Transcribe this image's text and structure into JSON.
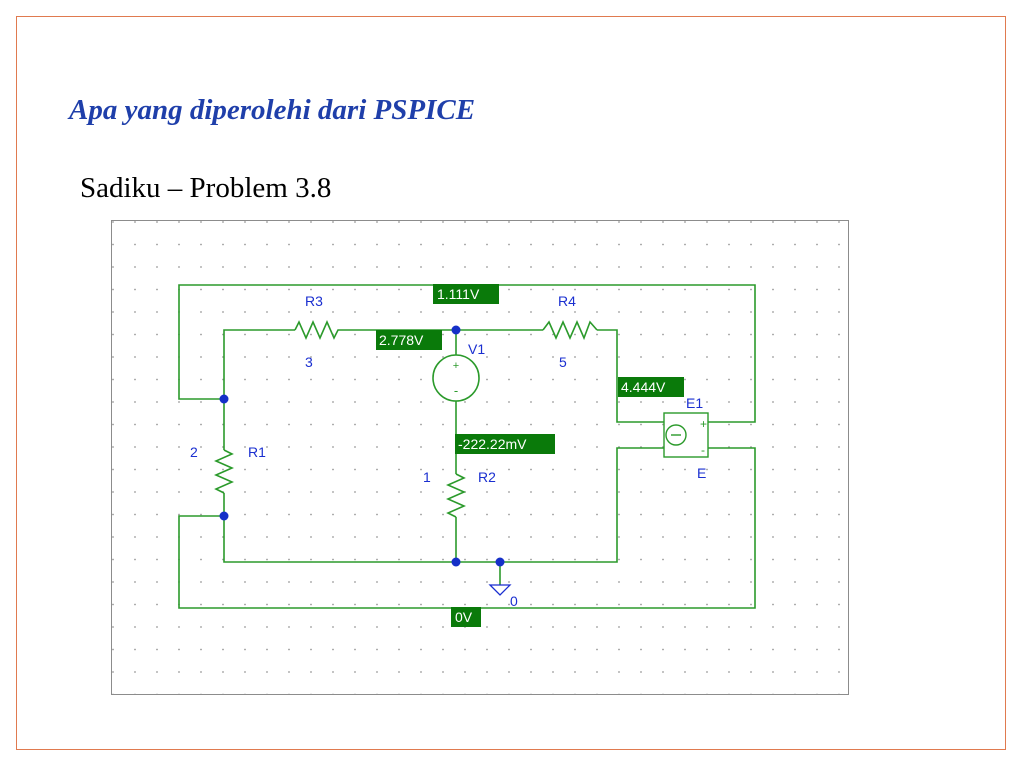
{
  "slide": {
    "title": "Apa yang diperolehi dari PSPICE",
    "subtitle": "Sadiku – Problem 3.8"
  },
  "schematic": {
    "components": {
      "r3": {
        "name": "R3",
        "value": "3"
      },
      "r4": {
        "name": "R4",
        "value": "5"
      },
      "r1": {
        "name": "R1",
        "value": "2"
      },
      "r2": {
        "name": "R2",
        "value": "1"
      },
      "v1": {
        "name": "V1",
        "plus": "+",
        "minus": "-"
      },
      "e1": {
        "name": "E1",
        "ref": "E",
        "plus": "+",
        "minus": "-"
      },
      "ground": {
        "name": "0"
      }
    },
    "voltage_markers": {
      "top": "1.111V",
      "left_mid": "2.778V",
      "right": "4.444V",
      "v1_bottom": "-222.22mV",
      "bottom": "0V"
    },
    "colors": {
      "wire": "#2b9a2b",
      "label": "#1a2fd0",
      "marker_bg": "#0a7a0a",
      "node": "#1530c8",
      "frame": "#e07a4f",
      "title": "#1f3faa"
    }
  }
}
